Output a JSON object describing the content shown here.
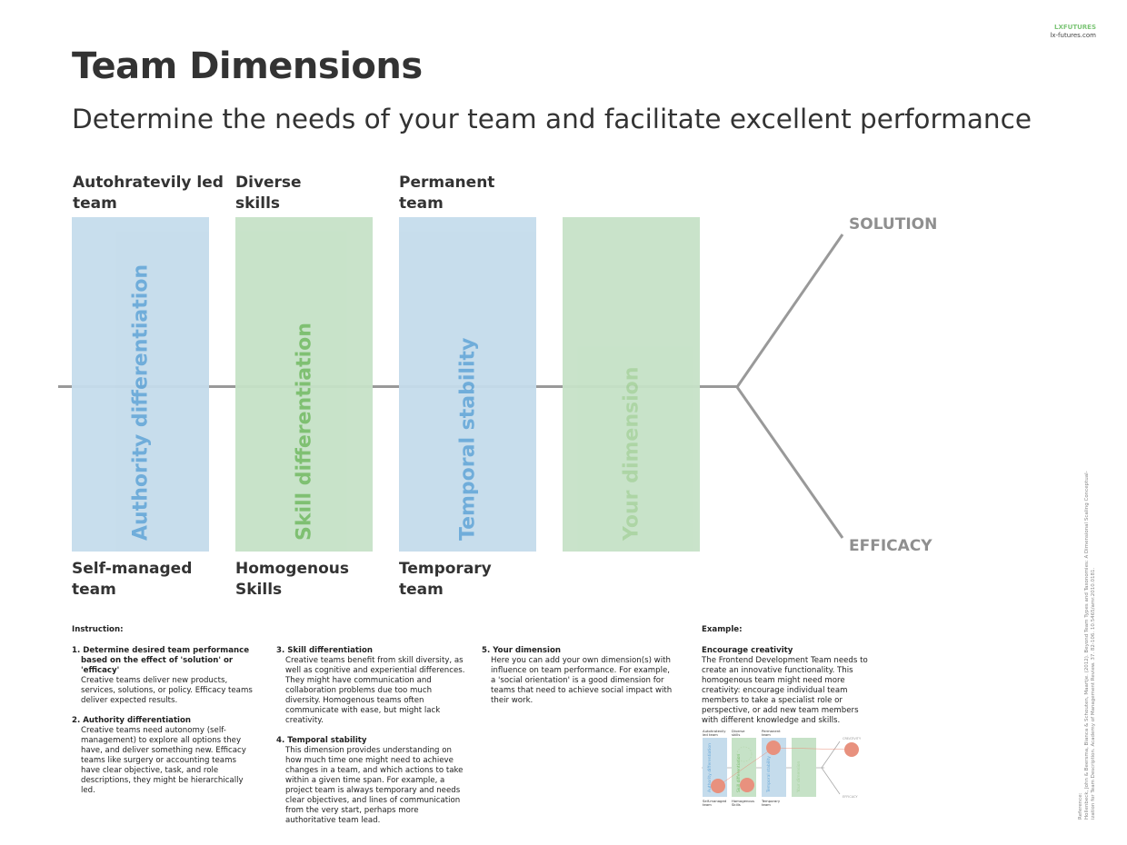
{
  "logo": {
    "brand": "LXFUTURES",
    "url": "lx-futures.com"
  },
  "title": "Team Dimensions",
  "subtitle": "Determine the needs of your team and facilitate excellent performance",
  "columns": [
    {
      "top": "Autohratevily led team",
      "bottom": "Self-managed team",
      "label": "Authority differentiation"
    },
    {
      "top": "Diverse skills",
      "bottom": "Homogenous Skills",
      "label": "Skill differentiation"
    },
    {
      "top": "Permanent team",
      "bottom": "Temporary team",
      "label": "Temporal stability"
    },
    {
      "top": "",
      "bottom": "",
      "label": "Your dimension"
    }
  ],
  "branches": {
    "top": "SOLUTION",
    "bottom": "EFFICACY"
  },
  "instruction": {
    "heading": "Instruction:",
    "steps": [
      {
        "title": "1. Determine desired team performance based on the effect of 'solution' or 'efficacy'",
        "body": "Creative teams deliver new products, services, solutions, or policy. Efficacy teams deliver expected results."
      },
      {
        "title": "2. Authority differentiation",
        "body": "Creative teams need autonomy (self-management) to explore all options they have, and deliver something new. Efficacy teams like surgery or accounting teams have clear objective, task, and role descriptions, they might be hierarchically led."
      },
      {
        "title": "3. Skill differentiation",
        "body": "Creative teams benefit from skill diversity, as well as cognitive and experiential differences. They might have communication and collaboration problems due too much diversity. Homogenous teams often communicate with ease, but might lack creativity."
      },
      {
        "title": "4. Temporal stability",
        "body": "This dimension provides understanding on how much time one might need to achieve changes in a team, and which actions to take within a given time span. For example, a project team is always temporary and needs clear objectives, and lines of communication from the very start, perhaps more authoritative team lead."
      },
      {
        "title": "5. Your dimension",
        "body": "Here you can add your own dimension(s) with influence on team performance. For example, a 'social orientation' is a good dimension for teams that need to achieve social impact with their work."
      }
    ]
  },
  "example": {
    "heading": "Example:",
    "title": "Encourage creativity",
    "body": "The Frontend Development Team needs to create an innovative functionality. This homogenous team might need more creativity: encourage individual team members to take a specialist role or perspective, or add new team members with different knowledge and skills."
  },
  "reference": {
    "label": "Reference:",
    "lines": [
      "Hollenbeck, John & Beersma, Bianca & Schouten, Maartje. (2012). Beyond Team Types and Taxonomies: A Dimensional Scaling Conceptual-",
      "ization for Team Description. Academy of Management Review. 37. 82-106. 10.5465/amr.2010.0181."
    ]
  },
  "colors": {
    "blue_fill": "#c5dcec",
    "green_fill": "#c6e2c7",
    "blue_text": "#69a9d9",
    "green_text": "#79bd6b",
    "axis": "#999999",
    "marker": "#e8917e"
  }
}
